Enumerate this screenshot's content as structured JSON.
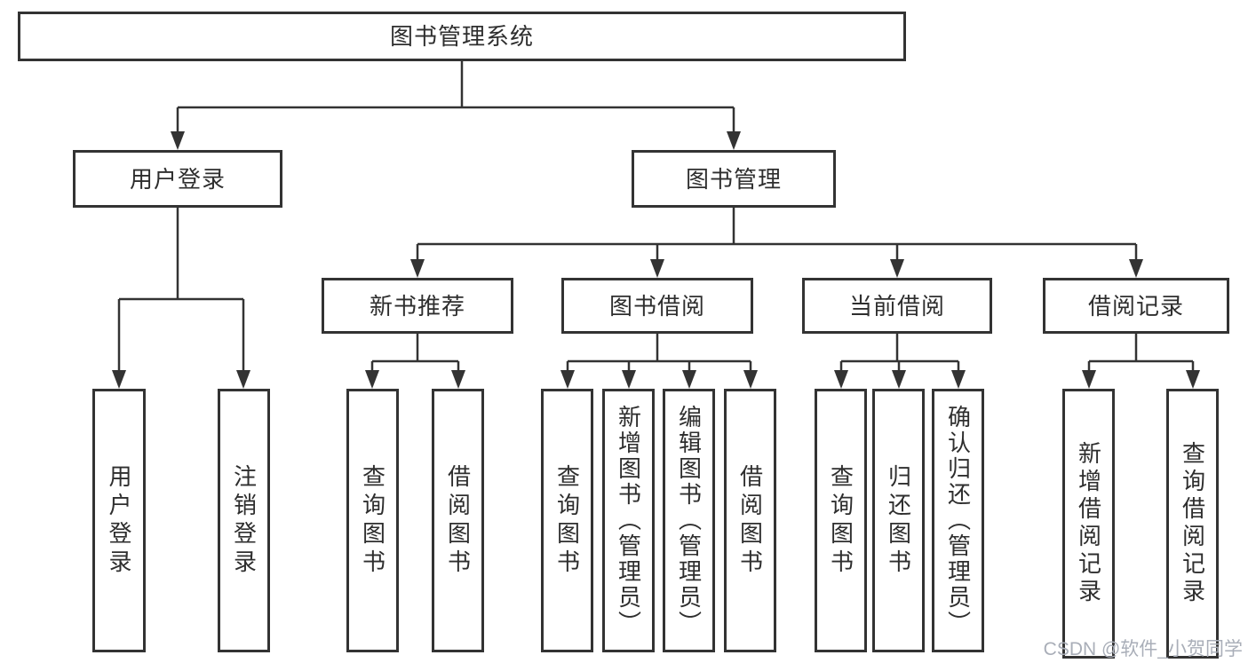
{
  "theme": {
    "border_color": "#333333",
    "line_color": "#333333",
    "text_color": "#2e2e2e",
    "background": "#ffffff",
    "watermark_color": "#a9aeb8"
  },
  "tree": {
    "label": "图书管理系统",
    "children": [
      {
        "label": "用户登录",
        "children": [
          {
            "label": "用户登录"
          },
          {
            "label": "注销登录"
          }
        ]
      },
      {
        "label": "图书管理",
        "children": [
          {
            "label": "新书推荐",
            "children": [
              {
                "label": "查询图书"
              },
              {
                "label": "借阅图书"
              }
            ]
          },
          {
            "label": "图书借阅",
            "children": [
              {
                "label": "查询图书"
              },
              {
                "label": "新增图书（管理员）"
              },
              {
                "label": "编辑图书（管理员）"
              },
              {
                "label": "借阅图书"
              }
            ]
          },
          {
            "label": "当前借阅",
            "children": [
              {
                "label": "查询图书"
              },
              {
                "label": "归还图书"
              },
              {
                "label": "确认归还（管理员）"
              }
            ]
          },
          {
            "label": "借阅记录",
            "children": [
              {
                "label": "新增借阅记录"
              },
              {
                "label": "查询借阅记录"
              }
            ]
          }
        ]
      }
    ]
  },
  "watermark": {
    "text": "CSDN @软件_小贺同学"
  }
}
